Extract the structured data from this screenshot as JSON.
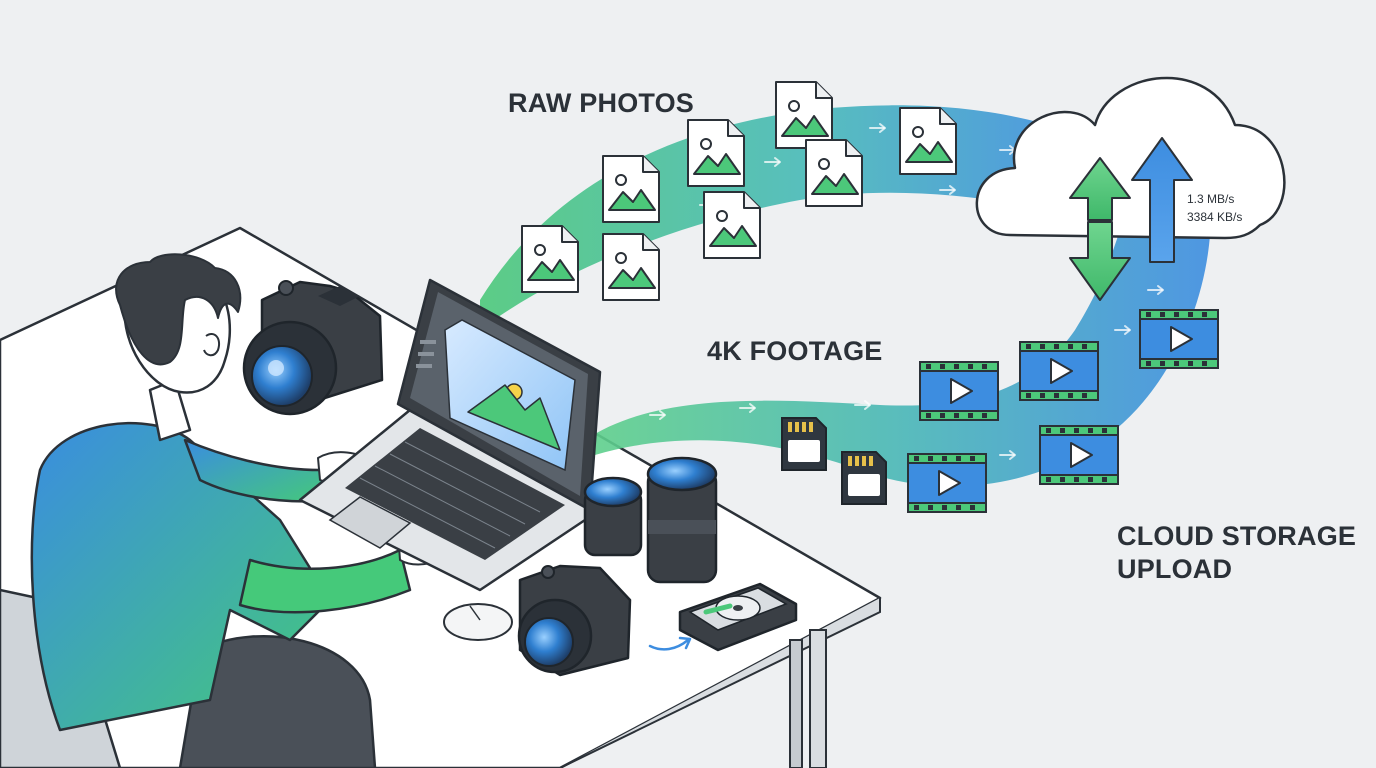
{
  "labels": {
    "raw_photos": "RAW PHOTOS",
    "footage": "4K FOOTAGE",
    "cloud_line1": "CLOUD STORAGE",
    "cloud_line2": "UPLOAD"
  },
  "transfer_speeds": [
    "1.3 MB/s",
    "3384 KB/s"
  ],
  "colors": {
    "background": "#eef0f2",
    "stream_green": "#4cc87a",
    "stream_blue": "#3d8de0",
    "outline": "#2b3138",
    "cloud_fill": "#ffffff",
    "shirt_blue": "#3a8de0",
    "shirt_green": "#45c97a"
  },
  "icons": {
    "photo_file": "image-file-icon",
    "video_frame": "film-play-icon",
    "sd_card": "sd-card-icon",
    "hard_drive": "hard-drive-icon",
    "camera": "camera-icon",
    "lens": "lens-icon",
    "mouse": "mouse-icon",
    "laptop": "laptop-icon",
    "cloud": "cloud-icon",
    "sync_arrows": "sync-arrows-icon",
    "upload_arrow": "upload-arrow-icon"
  }
}
